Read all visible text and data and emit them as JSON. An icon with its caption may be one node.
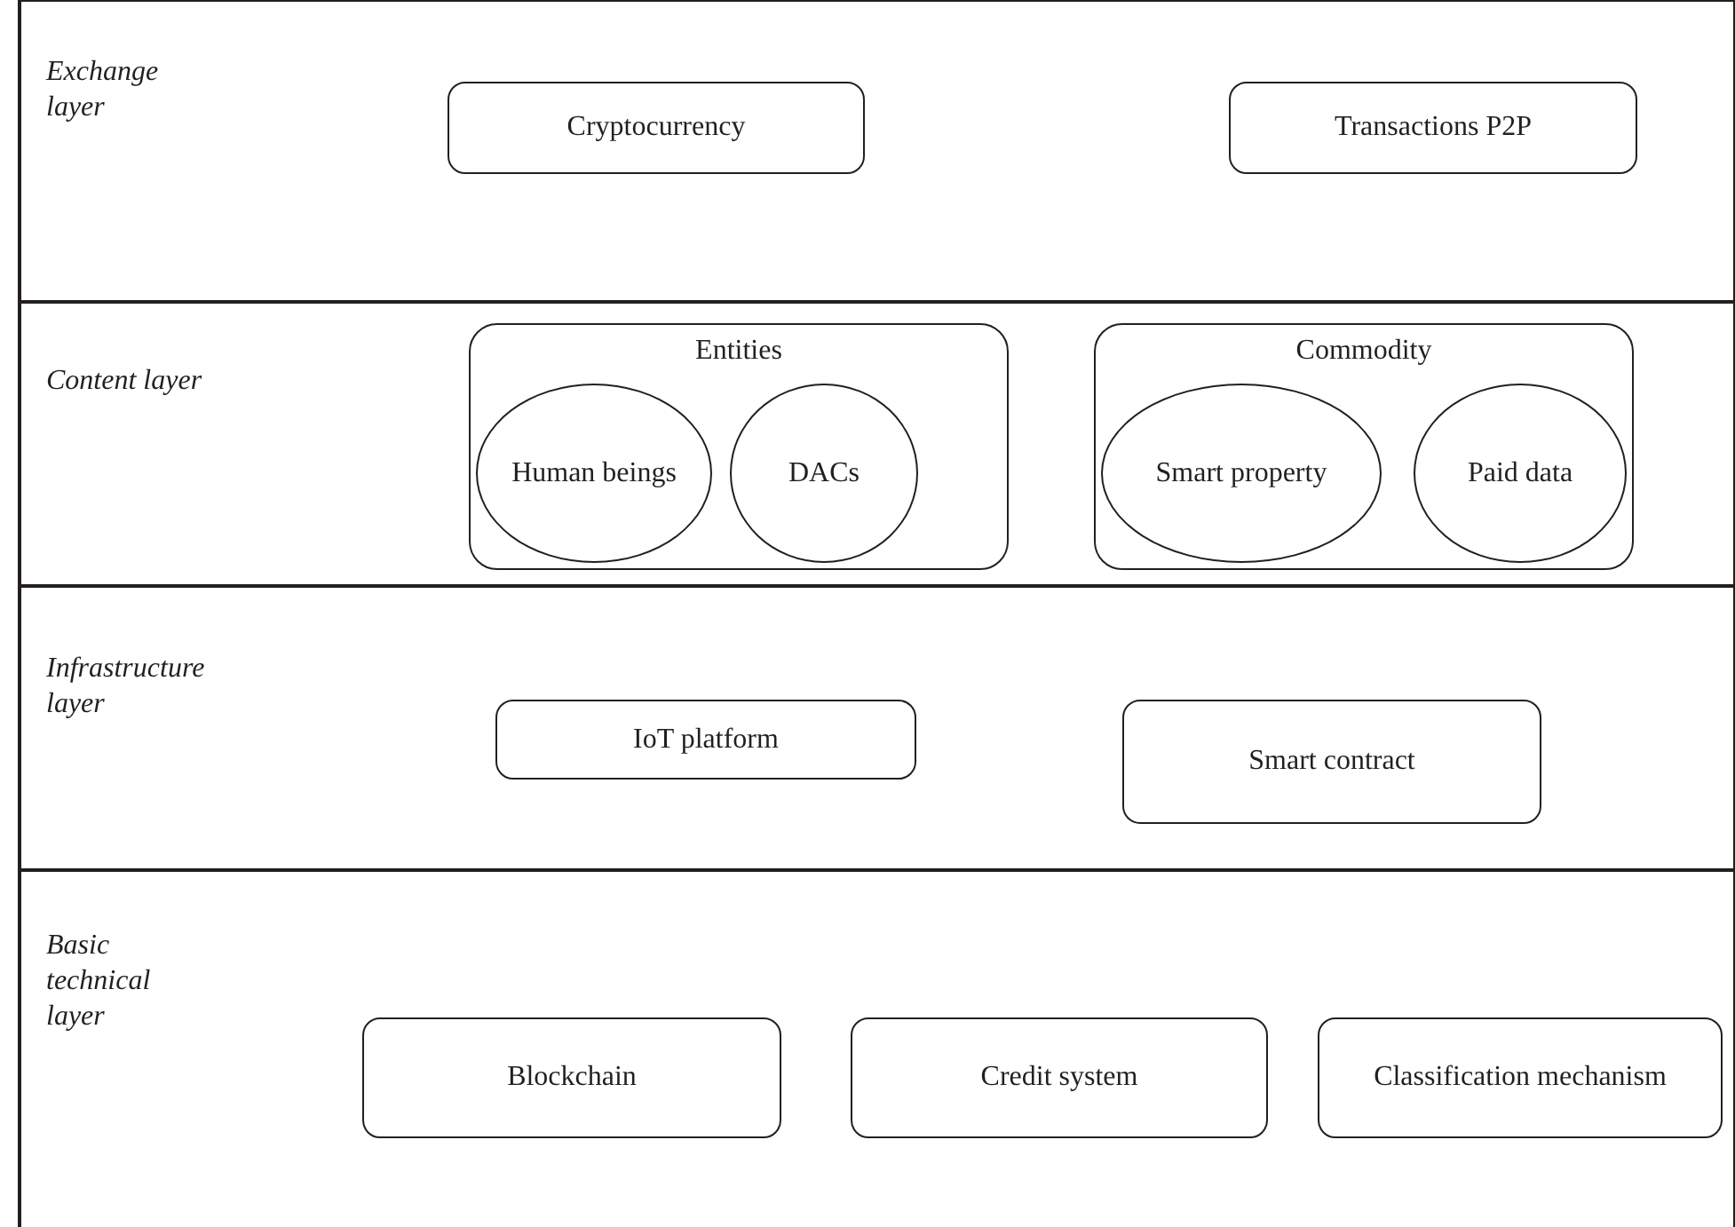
{
  "diagram": {
    "nodes": [
      {
        "text": [
          "Exchange layer"
        ]
      },
      {
        "text": [
          "Cryptocurrency"
        ],
        "in": 0
      },
      {
        "text": [
          "Transactions P2P"
        ],
        "in": 0
      },
      {
        "text": [
          "Content layer"
        ]
      },
      {
        "text": [
          "Entities"
        ],
        "in": 3
      },
      {
        "text": [
          "Human beings"
        ],
        "in": 4
      },
      {
        "text": [
          "DACs"
        ],
        "in": 4
      },
      {
        "text": [
          "Commodity"
        ],
        "in": 3
      },
      {
        "text": [
          "Smart property"
        ],
        "in": 7
      },
      {
        "text": [
          "Paid data"
        ],
        "in": 7
      },
      {
        "text": [
          "Infrastructure layer"
        ]
      },
      {
        "text": [
          "IoT platform"
        ],
        "in": 10
      },
      {
        "text": [
          "Smart contract"
        ],
        "in": 10
      },
      {
        "text": [
          "Basic technical layer"
        ]
      },
      {
        "text": [
          "Blockchain"
        ],
        "in": 13
      },
      {
        "text": [
          "Credit system"
        ],
        "in": 13
      },
      {
        "text": [
          "Classification mechanism"
        ],
        "in": 13
      }
    ],
    "edges": []
  }
}
